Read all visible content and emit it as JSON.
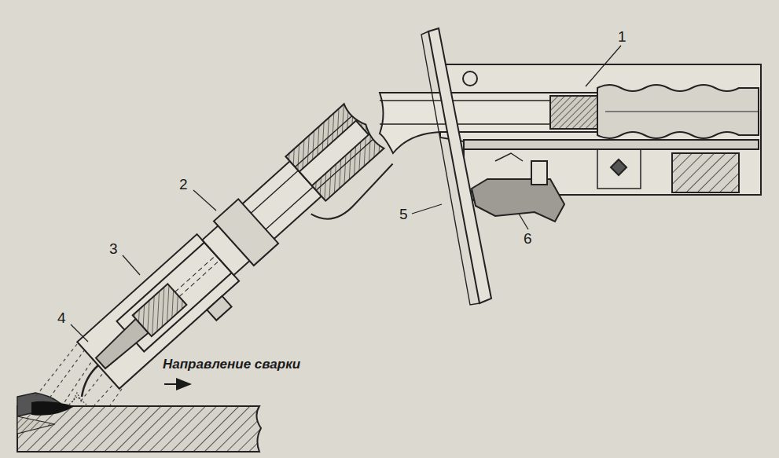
{
  "diagram": {
    "labels": [
      "1",
      "2",
      "3",
      "4",
      "5",
      "6",
      "Направление сварки"
    ]
  }
}
